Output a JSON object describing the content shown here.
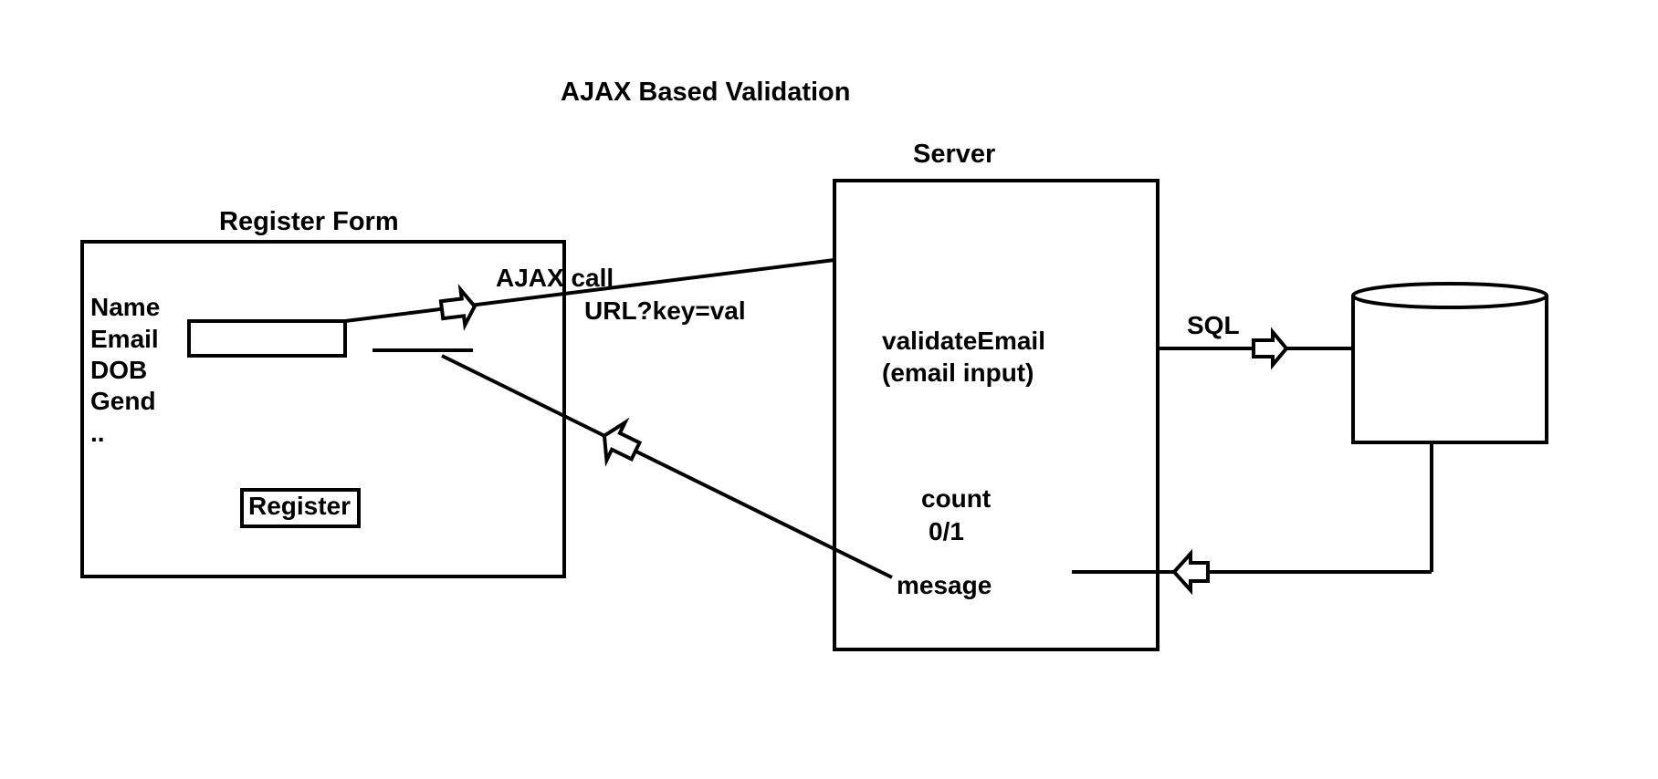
{
  "title": "AJAX Based Validation",
  "register_form": {
    "label": "Register Form",
    "fields": [
      "Name",
      "Email",
      "DOB",
      "Gend",
      ".."
    ],
    "button_label": "Register"
  },
  "server": {
    "label": "Server",
    "function_name": "validateEmail",
    "function_param": "(email input)",
    "count_label": "count",
    "count_value": "0/1",
    "message_label": "mesage"
  },
  "edges": {
    "ajax_call_label": "AJAX call",
    "url_label": "URL?key=val",
    "sql_label": "SQL"
  },
  "colors": {
    "stroke": "#000000",
    "background": "#ffffff"
  }
}
